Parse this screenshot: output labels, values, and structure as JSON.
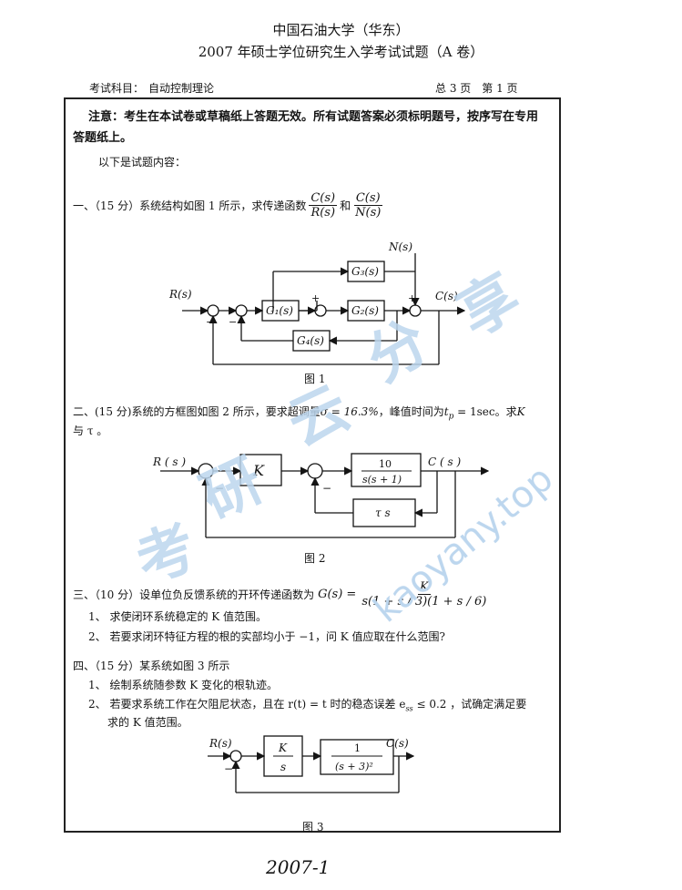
{
  "header": {
    "school": "中国石油大学（华东）",
    "exam_title": "2007 年硕士学位研究生入学考试试题（A 卷）",
    "subject_label": "考试科目：",
    "subject": "自动控制理论",
    "page_info": "总 3 页　第 1 页"
  },
  "notice": {
    "line1": "注意：考生在本试卷或草稿纸上答题无效。所有试题答案必须标明题号，按序写在专用",
    "line2": "答题纸上。",
    "intro": "以下是试题内容："
  },
  "q1": {
    "text": "一、（15 分）系统结构如图 1 所示，求传递函数",
    "frac1_num": "C(s)",
    "frac1_den": "R(s)",
    "and": "和",
    "frac2_num": "C(s)",
    "frac2_den": "N(s)",
    "fig": {
      "input": "R(s)",
      "output": "C(s)",
      "disturbance": "N(s)",
      "g1": "G₁(s)",
      "g2": "G₂(s)",
      "g3": "G₃(s)",
      "g4": "G₄(s)",
      "caption": "图 1"
    }
  },
  "q2": {
    "line1_a": "二、(15 分)系统的方框图如图 2 所示，要求超调量",
    "sigma": "σ = 16.3%",
    "line1_b": "，峰值时间为",
    "tp": "t",
    "tp_sub": "p",
    "tp_val": " = 1sec",
    "line1_c": "。求",
    "k": "K",
    "line2": "与 τ 。",
    "fig": {
      "input": "R ( s )",
      "output": "C ( s )",
      "k_block": "K",
      "plant_num": "10",
      "plant_den": "s(s + 1)",
      "fb_block": "τ s",
      "minus1": "−",
      "minus2": "−",
      "caption": "图 2"
    }
  },
  "q3": {
    "text": "三、（10 分）设单位负反馈系统的开环传递函数为",
    "gs": "G(s) =",
    "num": "K",
    "den": "s(1 + s / 3)(1 + s / 6)",
    "item1": "1、 求使闭环系统稳定的 K 值范围。",
    "item2": "2、 若要求闭环特征方程的根的实部均小于 −1，问 K 值应取在什么范围?"
  },
  "q4": {
    "text": "四、（15 分）某系统如图 3 所示",
    "item1": "1、 绘制系统随参数 K 变化的根轨迹。",
    "item2_a": "2、 若要求系统工作在欠阻尼状态，且在 r(t) = t 时的稳态误差 e",
    "item2_sub": "ss",
    "item2_b": " ≤ 0.2 ，试确定满足要",
    "item2_c": "求的 K 值范围。",
    "fig": {
      "input": "R(s)",
      "output": "C(s)",
      "b1_num": "K",
      "b1_den": "s",
      "b2_num": "1",
      "b2_den": "(s + 3)²",
      "minus": "−",
      "caption": "图 3"
    }
  },
  "footer": {
    "handwritten": "2007-1"
  },
  "watermark": {
    "chars": "考研云分享",
    "url": "kaoyany.top",
    "color": "#bcd6ee"
  }
}
